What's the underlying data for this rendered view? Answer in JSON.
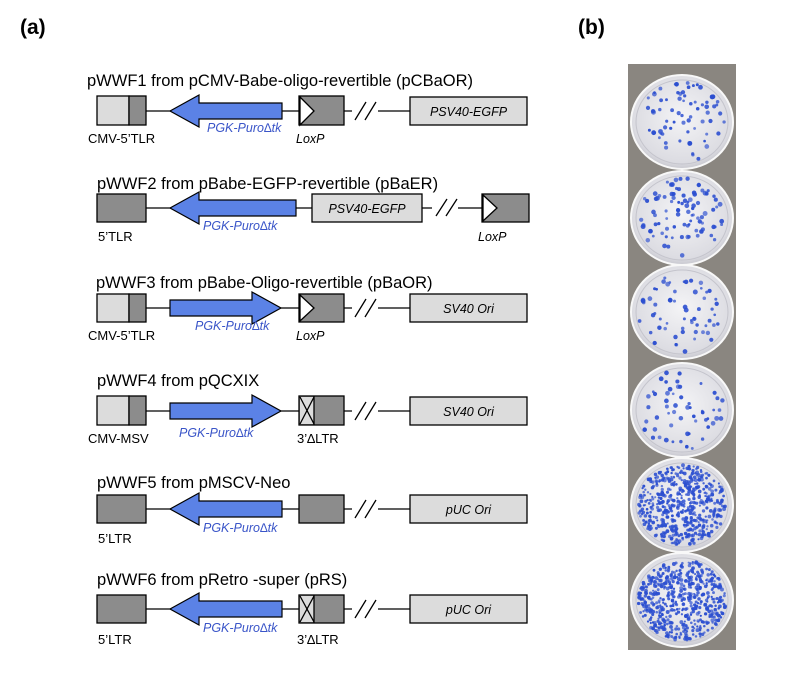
{
  "panels": {
    "a": "(a)",
    "b": "(b)"
  },
  "constructs": [
    {
      "title": "pWWF1 from pCMV-Babe-oligo-revertible (pCBaOR)",
      "ltr_label": "CMV-5’TLR",
      "cassette": "PGK-Puro∆tk",
      "loxp": "LoxP",
      "box": "PSV40-EGFP"
    },
    {
      "title": "pWWF2 from  pBabe-EGFP-revertible (pBaER)",
      "ltr_label": "5’TLR",
      "cassette": "PGK-Puro∆tk",
      "box": "PSV40-EGFP",
      "loxp": "LoxP"
    },
    {
      "title": "pWWF3 from pBabe-Oligo-revertible (pBaOR)",
      "ltr_label": "CMV-5’TLR",
      "cassette": "PGK-Puro∆tk",
      "loxp": "LoxP",
      "box": "SV40 Ori"
    },
    {
      "title": "pWWF4 from  pQCXIX",
      "ltr_label": "CMV-MSV",
      "cassette": "PGK-Puro∆tk",
      "ltr3_label": "3’∆LTR",
      "box": "SV40 Ori"
    },
    {
      "title": "pWWF5 from  pMSCV-Neo",
      "ltr_label": "5’LTR",
      "cassette": "PGK-Puro∆tk",
      "box": "pUC Ori"
    },
    {
      "title": "pWWF6 from pRetro -super (pRS)",
      "ltr_label": "5’LTR",
      "cassette": "PGK-Puro∆tk",
      "ltr3_label": "3’∆LTR",
      "box": "pUC Ori"
    }
  ],
  "colors": {
    "arrow": "#5b82e6",
    "arrow_text": "#3a55c8",
    "box_dark": "#8c8c8c",
    "box_light": "#dcdcdc",
    "colony": "#2c4fd0"
  }
}
